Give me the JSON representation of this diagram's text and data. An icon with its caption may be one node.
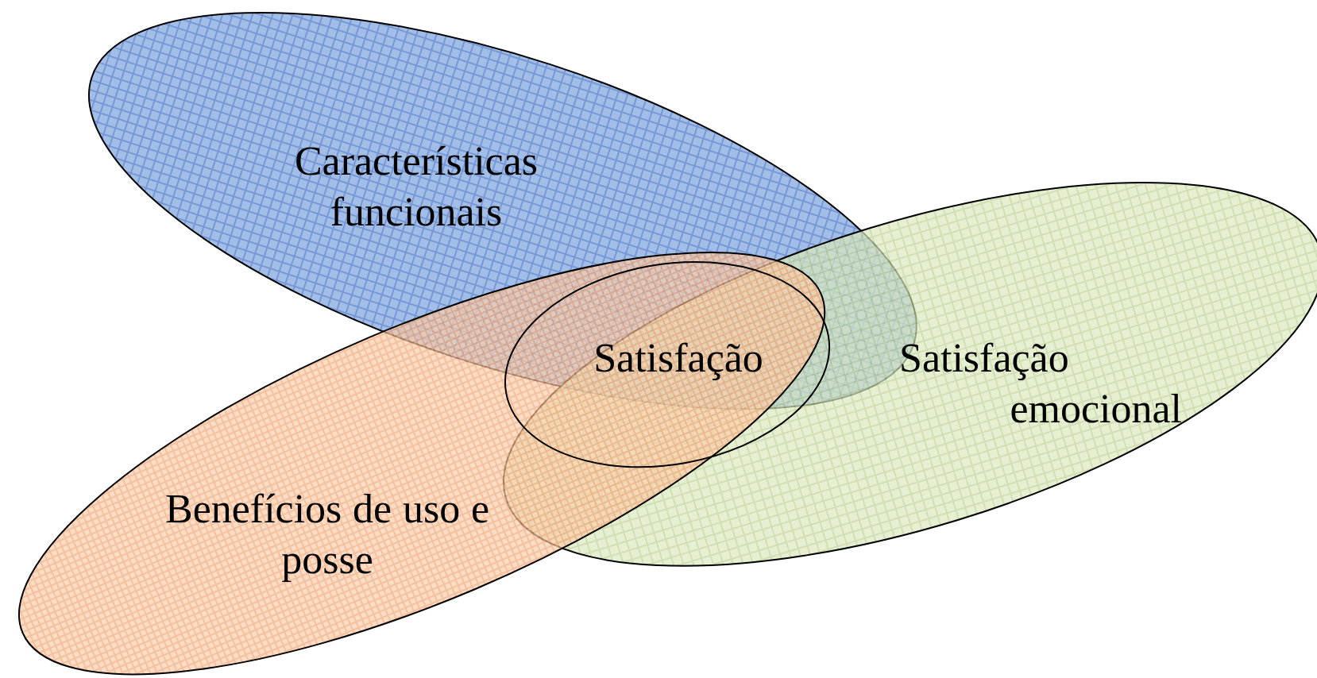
{
  "diagram": {
    "nodes": [
      {
        "text": [
          "Características funcionais"
        ]
      },
      {
        "text": [
          "Satisfação"
        ]
      },
      {
        "text": [
          "Satisfação emocional"
        ]
      },
      {
        "text": [
          "Benefícios de uso e posse"
        ]
      }
    ]
  }
}
